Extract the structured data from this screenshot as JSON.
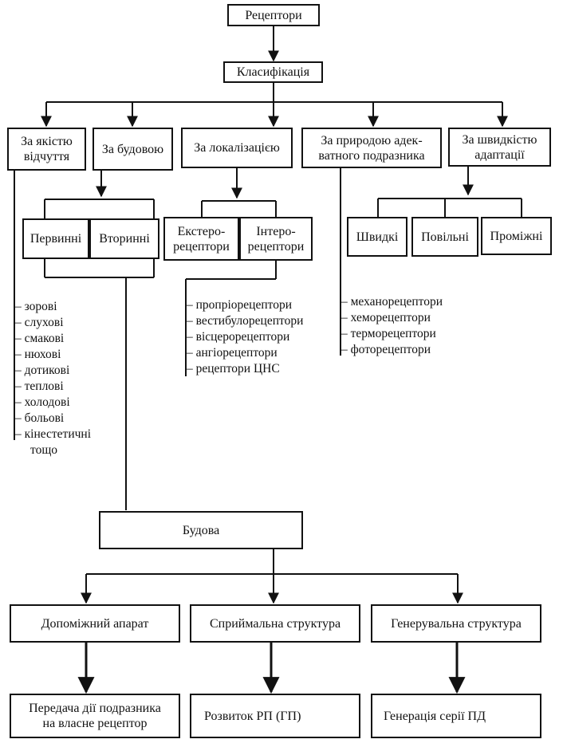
{
  "root": "Рецептори",
  "classification": "Класифікація",
  "categories": {
    "quality": "За якістю\nвідчуття",
    "structure": "За будовою",
    "localization": "За локалізацією",
    "nature": "За природою адек-\nватного подразника",
    "speed": "За швидкістю\nадаптації"
  },
  "structure_types": {
    "primary": "Первинні",
    "secondary": "Вторинні"
  },
  "localization_types": {
    "extero": "Екстеро-\nрецептори",
    "intero": "Інтеро-\nрецептори"
  },
  "adaptation_types": {
    "fast": "Швидкі",
    "slow": "Повільні",
    "intermediate": "Проміжні"
  },
  "quality_list": [
    "– зорові",
    "– слухові",
    "– смакові",
    "– нюхові",
    "– дотикові",
    "– теплові",
    "– холодові",
    "– больові",
    "– кінестетичні",
    "тощо"
  ],
  "intero_list": [
    "– пропріорецептори",
    "– вестибулорецептори",
    "– вісцерорецептори",
    "– ангіорецептори",
    "– рецептори ЦНС"
  ],
  "nature_list": [
    "– механорецептори",
    "– хеморецептори",
    "– терморецептори",
    "– фоторецептори"
  ],
  "build": "Будова",
  "components": {
    "auxiliary": "Допоміжний апарат",
    "receptive": "Сприймальна структура",
    "generating": "Генерувальна структура"
  },
  "results": {
    "auxiliary": "Передача дії подразника\nна власне рецептор",
    "receptive": "Розвиток РП (ГП)",
    "generating": "Генерація серії ПД"
  }
}
